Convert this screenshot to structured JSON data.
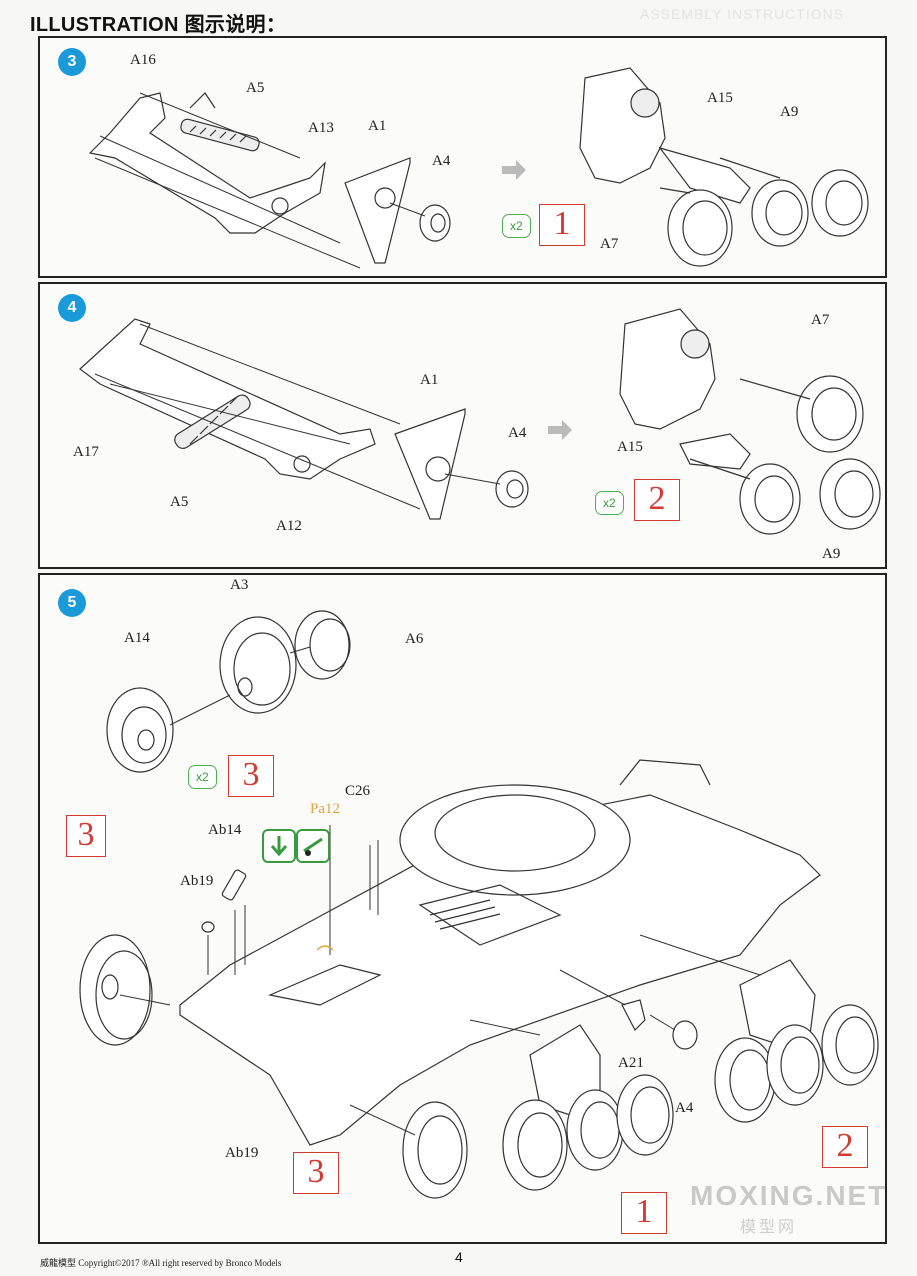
{
  "header": {
    "title": "ILLUSTRATION 图示说明："
  },
  "header_ghost": "ASSEMBLY INSTRUCTIONS",
  "steps": [
    {
      "number": "3",
      "labels": {
        "A16": "A16",
        "A5": "A5",
        "A13": "A13",
        "A1": "A1",
        "A4": "A4",
        "A15": "A15",
        "A9": "A9",
        "A7": "A7"
      },
      "qty": "x2",
      "subassembly": "1"
    },
    {
      "number": "4",
      "labels": {
        "A17": "A17",
        "A5": "A5",
        "A12": "A12",
        "A1": "A1",
        "A4": "A4",
        "A7": "A7",
        "A15": "A15",
        "A9": "A9"
      },
      "qty": "x2",
      "subassembly": "2"
    },
    {
      "number": "5",
      "labels": {
        "A3": "A3",
        "A14": "A14",
        "A6": "A6",
        "C26": "C26",
        "Pa12": "Pa12",
        "Ab14": "Ab14",
        "Ab19a": "Ab19",
        "Ab19b": "Ab19",
        "A21": "A21",
        "A4": "A4"
      },
      "qty": "x2",
      "subassembly": "3",
      "callouts": [
        "3",
        "3",
        "1",
        "2"
      ]
    }
  ],
  "footer": {
    "left": "威龍模型  Copyright©2017  ®All right reserved by Bronco Models",
    "page": "4"
  },
  "watermark": {
    "main": "MOXING.NET",
    "sub": "模型网"
  },
  "colors": {
    "step_badge": "#1a9ad8",
    "qty": "#3a9b3e",
    "subassembly": "#d23b31",
    "photoetch": "#e3a33b"
  }
}
